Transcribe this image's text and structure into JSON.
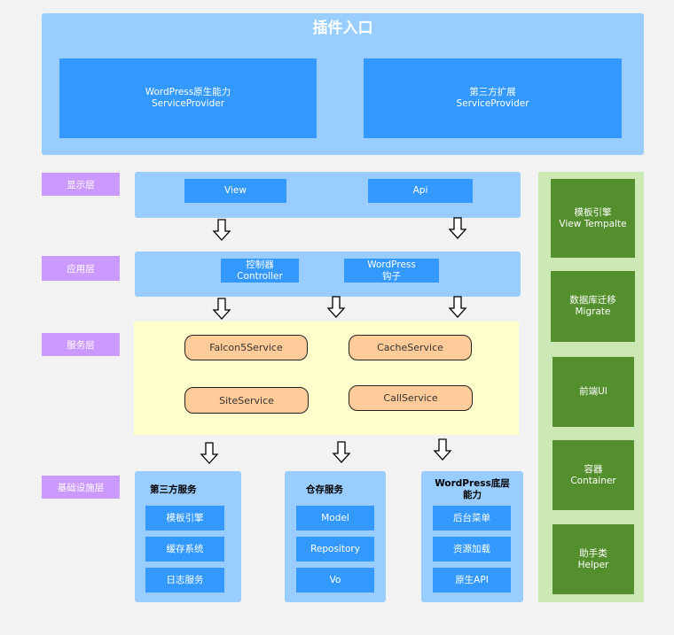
{
  "entry": {
    "title": "插件入口",
    "left": "WordPress原生能力\nServiceProvider",
    "right": "第三方扩展\nServiceProvider"
  },
  "layers": {
    "display": "显示层",
    "application": "应用层",
    "service": "服务层",
    "infrastructure": "基础设施层"
  },
  "display_layer": {
    "view": "View",
    "api": "Api"
  },
  "application_layer": {
    "controller": "控制器\nController",
    "hooks": "WordPress\n钩子"
  },
  "service_layer": {
    "falcon5": "Falcon5Service",
    "cache": "CacheService",
    "site": "SiteService",
    "call": "CallService"
  },
  "infra": {
    "third_party": {
      "title": "第三方服务",
      "items": [
        "模板引擎",
        "缓存系统",
        "日志服务"
      ]
    },
    "storage": {
      "title": "仓存服务",
      "items": [
        "Model",
        "Repository",
        "Vo"
      ]
    },
    "wp_base": {
      "title": "WordPress底层\n能力",
      "items": [
        "后台菜单",
        "资源加载",
        "原生API"
      ]
    }
  },
  "sidebar": {
    "items": [
      "模板引擎\nView Tempalte",
      "数据库迁移\nMigrate",
      "前端UI",
      "容器\nContainer",
      "助手类\nHelper"
    ]
  }
}
